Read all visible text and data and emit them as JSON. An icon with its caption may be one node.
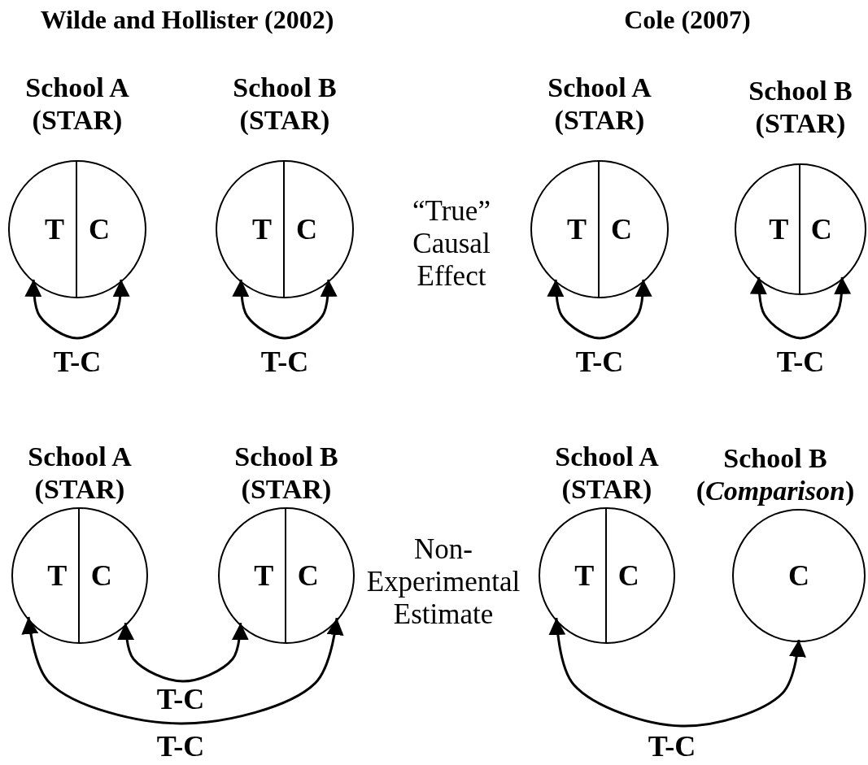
{
  "diagram": {
    "nodes": [
      {
        "text": [
          "School A (STAR)"
        ]
      },
      {
        "text": [
          "T"
        ],
        "in": 0
      },
      {
        "text": [
          "C"
        ],
        "in": 0
      },
      {
        "text": [
          "School B (STAR)"
        ]
      },
      {
        "text": [
          "T"
        ],
        "in": 3
      },
      {
        "text": [
          "C"
        ],
        "in": 3
      },
      {
        "text": [
          "School A (STAR)"
        ]
      },
      {
        "text": [
          "T"
        ],
        "in": 6
      },
      {
        "text": [
          "C"
        ],
        "in": 6
      },
      {
        "text": [
          "School B (STAR)"
        ]
      },
      {
        "text": [
          "T"
        ],
        "in": 9
      },
      {
        "text": [
          "C"
        ],
        "in": 9
      },
      {
        "text": [
          "School A (STAR)"
        ]
      },
      {
        "text": [
          "T"
        ],
        "in": 12
      },
      {
        "text": [
          "C"
        ],
        "in": 12
      },
      {
        "text": [
          "School B (STAR)"
        ]
      },
      {
        "text": [
          "T"
        ],
        "in": 15
      },
      {
        "text": [
          "C"
        ],
        "in": 15
      },
      {
        "text": [
          "School A (STAR)"
        ]
      },
      {
        "text": [
          "T"
        ],
        "in": 18
      },
      {
        "text": [
          "C"
        ],
        "in": 18
      },
      {
        "text": [
          "School B (*Comparison*)"
        ]
      },
      {
        "text": [
          "C"
        ],
        "in": 21
      }
    ],
    "edges": [
      {
        "from": 1,
        "to": 2,
        "arrow": "both",
        "label": "T-C"
      },
      {
        "from": 4,
        "to": 5,
        "arrow": "both",
        "label": "T-C"
      },
      {
        "from": 7,
        "to": 8,
        "arrow": "both",
        "label": "T-C"
      },
      {
        "from": 10,
        "to": 11,
        "arrow": "both",
        "label": "T-C"
      },
      {
        "from": 14,
        "to": 16,
        "arrow": "both",
        "label": "T-C"
      },
      {
        "from": 13,
        "to": 17,
        "arrow": "both",
        "label": "T-C"
      },
      {
        "from": 19,
        "to": 22,
        "arrow": "both",
        "label": "T-C"
      }
    ],
    "labels": [
      "Wilde and Hollister (2002)",
      "Cole (2007)",
      "“True” Causal Effect",
      "Non-Experimental Estimate"
    ]
  }
}
